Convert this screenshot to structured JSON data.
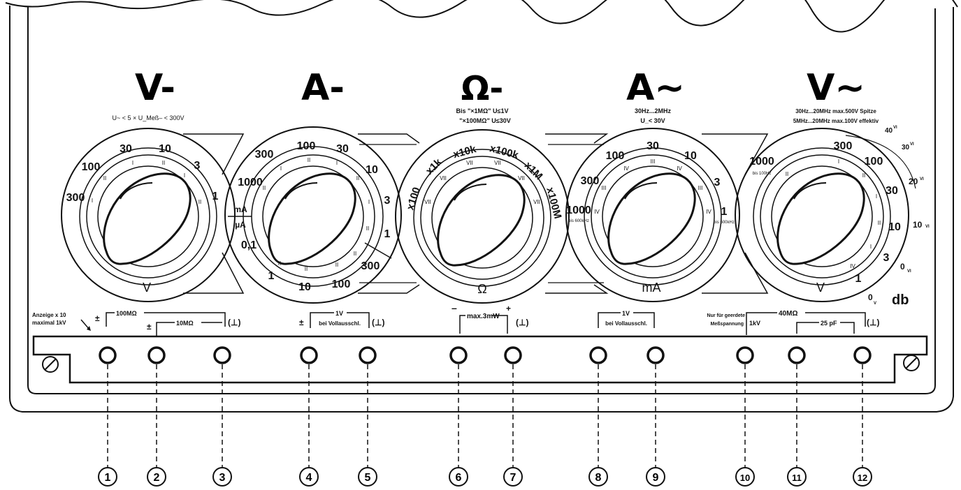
{
  "dials": [
    {
      "symbol": "V-",
      "subtitle": "U~ < 5 × U_Meß– < 300V",
      "unit": "V",
      "outer_labels": [
        "100",
        "30",
        "10",
        "3",
        "1",
        "300"
      ],
      "roman": [
        "II",
        "I",
        "II",
        "I",
        "II",
        "I"
      ]
    },
    {
      "symbol": "A-",
      "unit": "",
      "side_top": "mA",
      "side_bottom": "µA",
      "outer_labels": [
        "300",
        "100",
        "30",
        "10",
        "3",
        "1",
        "300",
        "100",
        "10",
        "1",
        "0,1",
        "1000"
      ],
      "roman": [
        "I",
        "II",
        "I",
        "II",
        "I",
        "II",
        "II",
        "II",
        "II",
        "II",
        "II"
      ]
    },
    {
      "symbol": "Ω-",
      "subtitle1": "Bis \"×1MΩ\" U≤1V",
      "subtitle2": "\"×100MΩ\" U≤30V",
      "unit": "Ω",
      "outer_labels": [
        "x100",
        "x1k",
        "x10k",
        "x100k",
        "x1M",
        "x100M"
      ],
      "roman": [
        "VII",
        "VII",
        "VII",
        "VII",
        "VII",
        "VII"
      ]
    },
    {
      "symbol": "A~",
      "subtitle1": "30Hz...2MHz",
      "subtitle2": "U_< 30V",
      "unit": "mA",
      "outer_labels": [
        "300",
        "100",
        "30",
        "10",
        "3",
        "1",
        "1000"
      ],
      "note_left": "bis 600kHz",
      "note_right": "bis 600kHz",
      "roman": [
        "III",
        "IV",
        "III",
        "IV",
        "III",
        "IV",
        "IV"
      ]
    },
    {
      "symbol": "V~",
      "subtitle1": "30Hz...20MHz max.500V Spitze",
      "subtitle2": "5MHz...20MHz max.100V effektiv",
      "unit": "V",
      "outer_labels": [
        "300",
        "100",
        "30",
        "10",
        "3",
        "1",
        "1000"
      ],
      "note_left": "bis 100Hz",
      "roman": [
        "I",
        "II",
        "I",
        "II",
        "I",
        "IV",
        "II"
      ]
    }
  ],
  "db_scale": {
    "labels": [
      "40",
      "30",
      "20",
      "10",
      "0",
      "0"
    ],
    "subscripts": [
      "VI",
      "VI",
      "VI",
      "VI",
      "VI",
      "V"
    ],
    "unit": "db"
  },
  "terminal_groups": {
    "anzeige": "Anzeige x 10",
    "maximal": "maximal 1kV",
    "pm": "±",
    "r100": "100MΩ",
    "r10": "10MΩ",
    "ground": "(⊥)",
    "v1": "1V",
    "vollausschl": "bei Vollausschl.",
    "maxmw": "max.3mW",
    "minus": "–",
    "plus": "+",
    "nur": "Nur für geerdete",
    "messp": "Meßspannung",
    "kv1": "1kV",
    "r40": "40MΩ",
    "pf25": "25 pF"
  },
  "callouts": [
    "1",
    "2",
    "3",
    "4",
    "5",
    "6",
    "7",
    "8",
    "9",
    "10",
    "11",
    "12"
  ]
}
